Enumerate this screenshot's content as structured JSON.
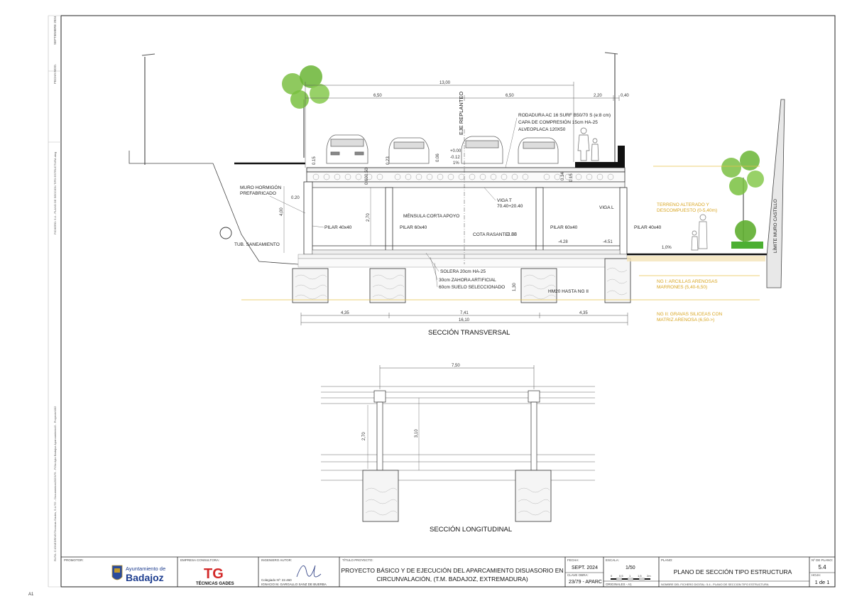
{
  "sheet_code": "A1",
  "margin_left": {
    "date_label": "FECHA MOD.",
    "date_value": "SEPTIEMBRE 2024",
    "file_label": "FICHERO: 5.4 - PLANO DE SECCION TIPO ESTRUCTURA.dwg",
    "path_label": "RUTA: C:\\ONEDRIVE\\Técnicas Gades, S.L\\TG - Documentos\\2023\\79 - P.Div Ayto Badajoz Aparcamiento\\3 - Proyecto\\002"
  },
  "section_transversal": {
    "title": "SECCIÓN TRANSVERSAL",
    "dims_top": {
      "total": "13,00",
      "left": "6,50",
      "right": "6,50",
      "right2": "2,20",
      "right3": "0,40"
    },
    "eje": "EJE REPLANTEO",
    "layers": [
      "RODADURA AC 16 SURF B50/70 S (e:8 cm)",
      "CAPA DE COMPRESIÓN 15cm HA-25",
      "ALVEOPLACA 120X50"
    ],
    "levels": {
      "zero": "+0.00",
      "minus012": "-0.12",
      "slope": "1%",
      "cota_rasante_label": "COTA RASANTE",
      "cota_rasante_value": "-3.88",
      "lvl_428": "-4.28",
      "lvl_451": "-4.51",
      "slope2": "1,0%"
    },
    "small_dims": {
      "d015": "0.15",
      "d020": "0.20",
      "d050": "0.50",
      "d060": "0.60",
      "d023": "0.23",
      "d006": "0.06",
      "d034": "0.34",
      "d015b": "0.15",
      "d400": "4,00",
      "d270": "2,70",
      "d130": "1,30"
    },
    "labels": {
      "muro": "MURO HORMIGÓN PREFABRICADO",
      "tub": "TUB. SANEAMIENTO",
      "pilar40a": "PILAR 40x40",
      "pilar60a": "PILAR 60x40",
      "mensula": "MÉNSULA CORTA APOYO",
      "viga_t": "VIGA T 70.40+20.40",
      "viga_l": "VIGA L",
      "pilar60b": "PILAR 60x40",
      "pilar40b": "PILAR 40x40",
      "solera": "SOLERA 20cm HA-25",
      "zahora": "30cm ZAHORA ARTIFICIAL",
      "suelo": "60cm SUELO SELECCIONADO",
      "hm20": "HM20 HASTA NG II",
      "limite": "LÍMITE MURO CASTILLO"
    },
    "geo_labels": {
      "terreno": "TERRENO ALTERADO Y",
      "terreno2": "DESCOMPUESTO (0-5,40m)",
      "ng1": "NG I: ARCILLAS ARENOSAS",
      "ng1b": "MARRONES (5,40-6,50)",
      "ng2": "NG II: GRAVAS SILICEAS CON",
      "ng2b": "MATRIZ ARENOSA (6,50->)"
    },
    "dims_bottom": {
      "left": "4,35",
      "mid": "7,41",
      "right": "4,35",
      "total": "16,10"
    }
  },
  "section_longitudinal": {
    "title": "SECCIÓN LONGITUDINAL",
    "span": "7,50",
    "h1": "2,70",
    "h2": "3,10"
  },
  "title_block": {
    "promotor_label": "PROMOTOR:",
    "promotor_name1": "Ayuntamiento de",
    "promotor_name2": "Badajoz",
    "empresa_label": "EMPRESA CONSULTORA:",
    "empresa_logo": "TG",
    "empresa_name": "TÉCNICAS GADES",
    "ingeniero_label": "INGENIERO AUTOR:",
    "colegiado": "Colegiado Nº: 22.460",
    "ingeniero_name": "IGNACIO M. GARGALLO SANZ DE BUERBA",
    "titulo_label": "TÍTULO PROYECTO:",
    "titulo_line1": "PROYECTO BÁSICO Y DE EJECUCIÓN DEL APARCAMIENTO DISUASORIO EN",
    "titulo_line2": "CIRCUNVALACIÓN, (T.M. BADAJOZ, EXTREMADURA)",
    "fecha_label": "FECHA:",
    "fecha_value": "SEPT. 2024",
    "clave_label": "CLAVE OBRA:",
    "clave_value": "23/79 - APARC",
    "escala_label": "ESCALA:",
    "escala_value": "1/50",
    "escala_ticks": [
      "0",
      "0.5",
      "1",
      "1.5",
      "2m"
    ],
    "originales": "ORIGINALES - A1",
    "plano_label": "PLANO:",
    "plano_value": "PLANO DE SECCIÓN TIPO ESTRUCTURA",
    "fichero_digital": "NOMBRE DEL FICHERO DIGITAL: 5.4 - PLANO DE SECCION TIPO ESTRUCTURA",
    "nplano_label": "Nº DE PLANO:",
    "nplano_value": "5.4",
    "hoja_label": "HOJA:",
    "hoja_value": "1 de 1"
  }
}
